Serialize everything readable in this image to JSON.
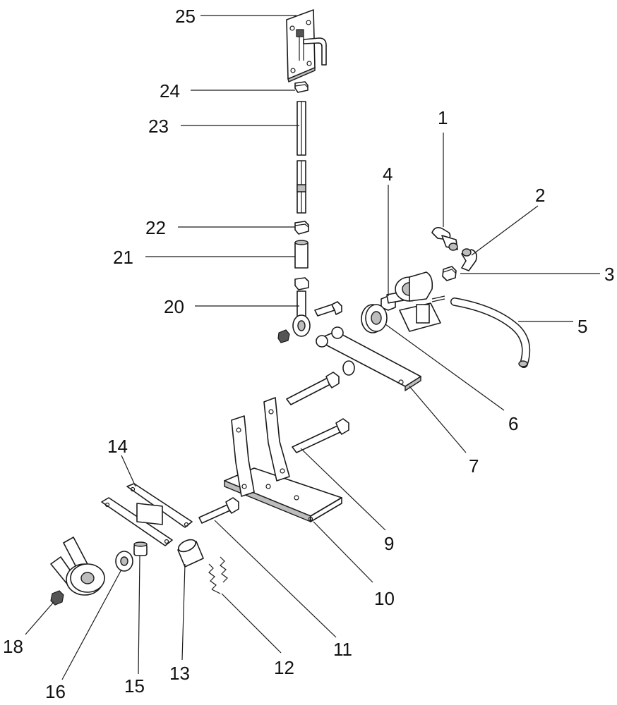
{
  "callouts": [
    {
      "id": "1",
      "label": "1",
      "part": "hose-fitting-clamp"
    },
    {
      "id": "2",
      "label": "2",
      "part": "elbow-fitting"
    },
    {
      "id": "3",
      "label": "3",
      "part": "hex-nut-fitting"
    },
    {
      "id": "4",
      "label": "4",
      "part": "axle-pin"
    },
    {
      "id": "5",
      "label": "5",
      "part": "hose"
    },
    {
      "id": "6",
      "label": "6",
      "part": "pulley-wheel"
    },
    {
      "id": "7",
      "label": "7",
      "part": "link-arm"
    },
    {
      "id": "9",
      "label": "9",
      "part": "long-bolt"
    },
    {
      "id": "10",
      "label": "10",
      "part": "mounting-bracket"
    },
    {
      "id": "11",
      "label": "11",
      "part": "hex-bolt"
    },
    {
      "id": "12",
      "label": "12",
      "part": "springs"
    },
    {
      "id": "13",
      "label": "13",
      "part": "bushing"
    },
    {
      "id": "14",
      "label": "14",
      "part": "swing-arm"
    },
    {
      "id": "15",
      "label": "15",
      "part": "small-bushing"
    },
    {
      "id": "16",
      "label": "16",
      "part": "washer"
    },
    {
      "id": "18",
      "label": "18",
      "part": "lock-nut"
    },
    {
      "id": "20",
      "label": "20",
      "part": "rod-end"
    },
    {
      "id": "21",
      "label": "21",
      "part": "coupling-sleeve"
    },
    {
      "id": "22",
      "label": "22",
      "part": "jam-nut"
    },
    {
      "id": "23",
      "label": "23",
      "part": "threaded-rod"
    },
    {
      "id": "24",
      "label": "24",
      "part": "top-nut"
    },
    {
      "id": "25",
      "label": "25",
      "part": "wall-plate-hook"
    }
  ]
}
